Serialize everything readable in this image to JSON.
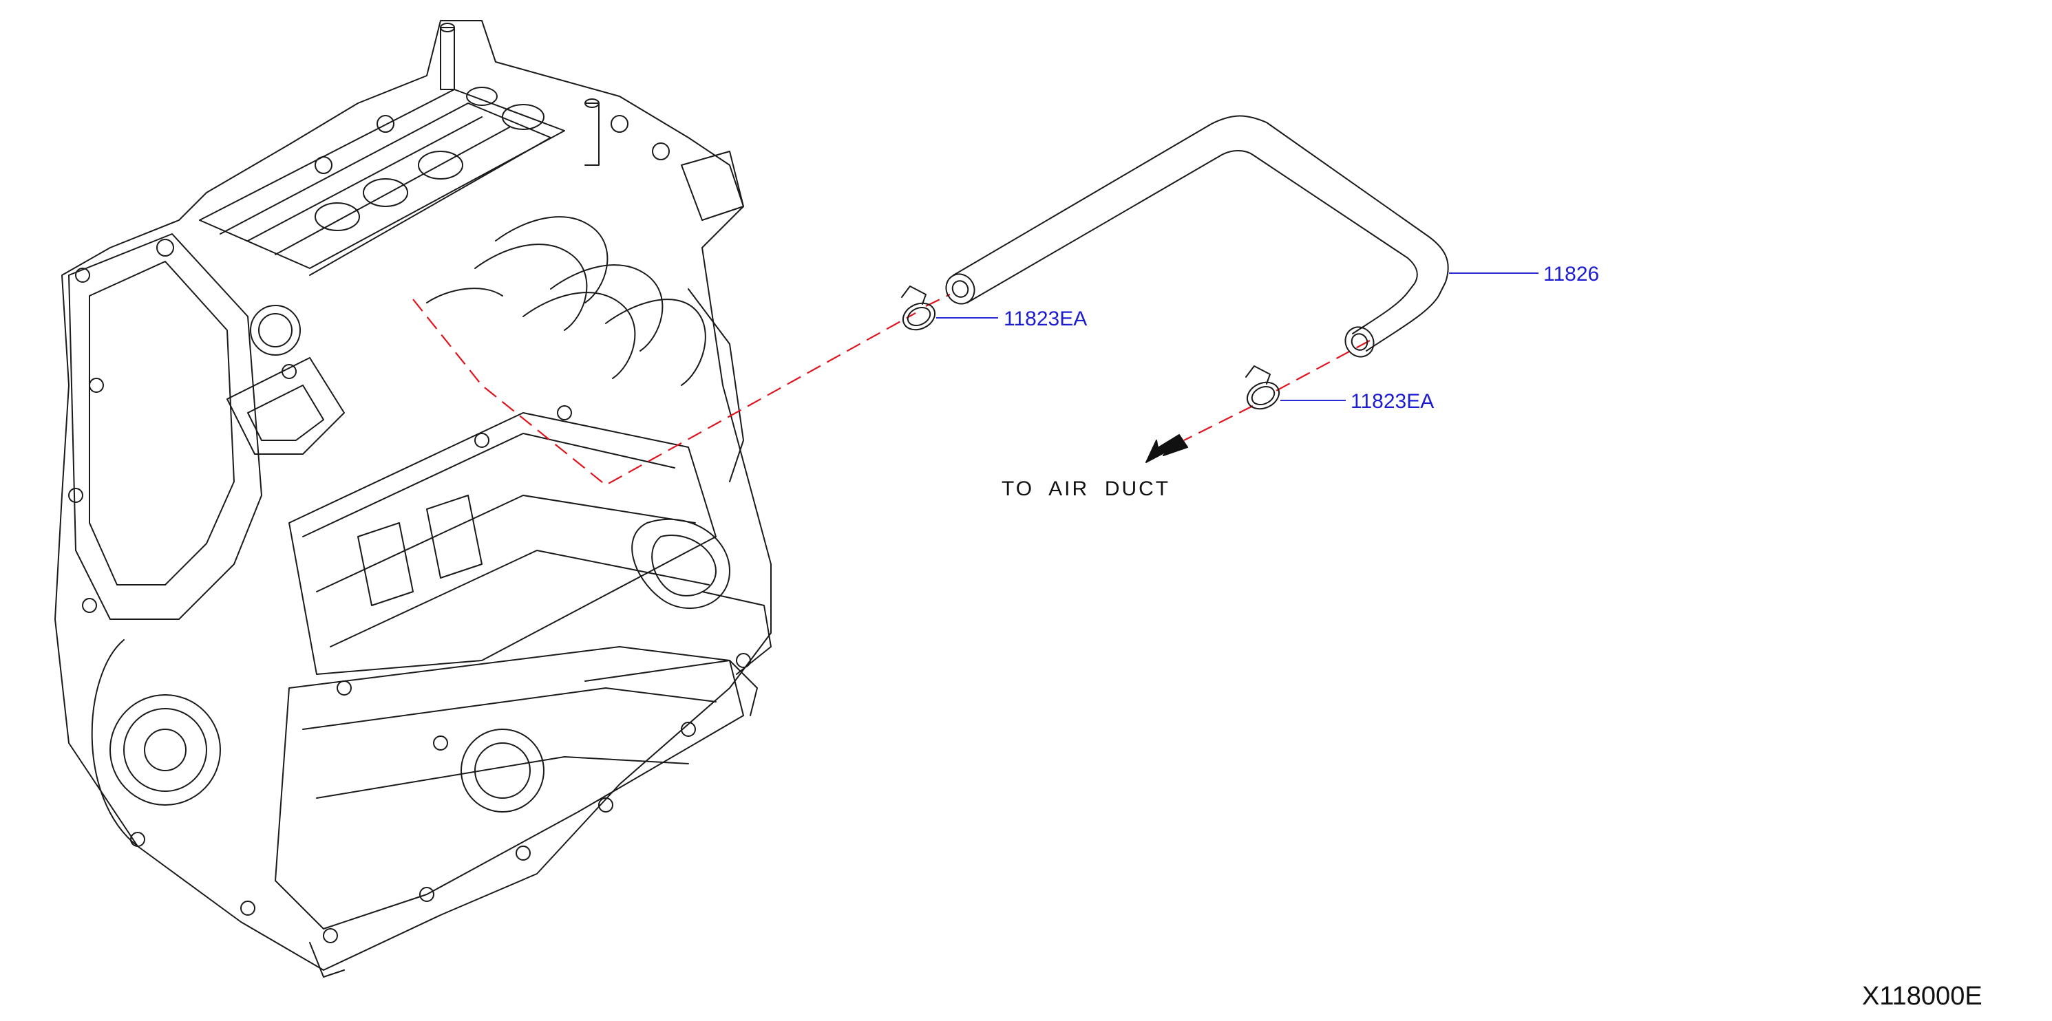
{
  "callouts": {
    "hose": "11826",
    "clamp_upper": "11823EA",
    "clamp_lower": "11823EA"
  },
  "note": "TO  AIR  DUCT",
  "diagram_code": "X118000E",
  "colors": {
    "leader": "#e0141e",
    "callout": "#1c1cd0",
    "line_art": "#1a1a1a"
  }
}
